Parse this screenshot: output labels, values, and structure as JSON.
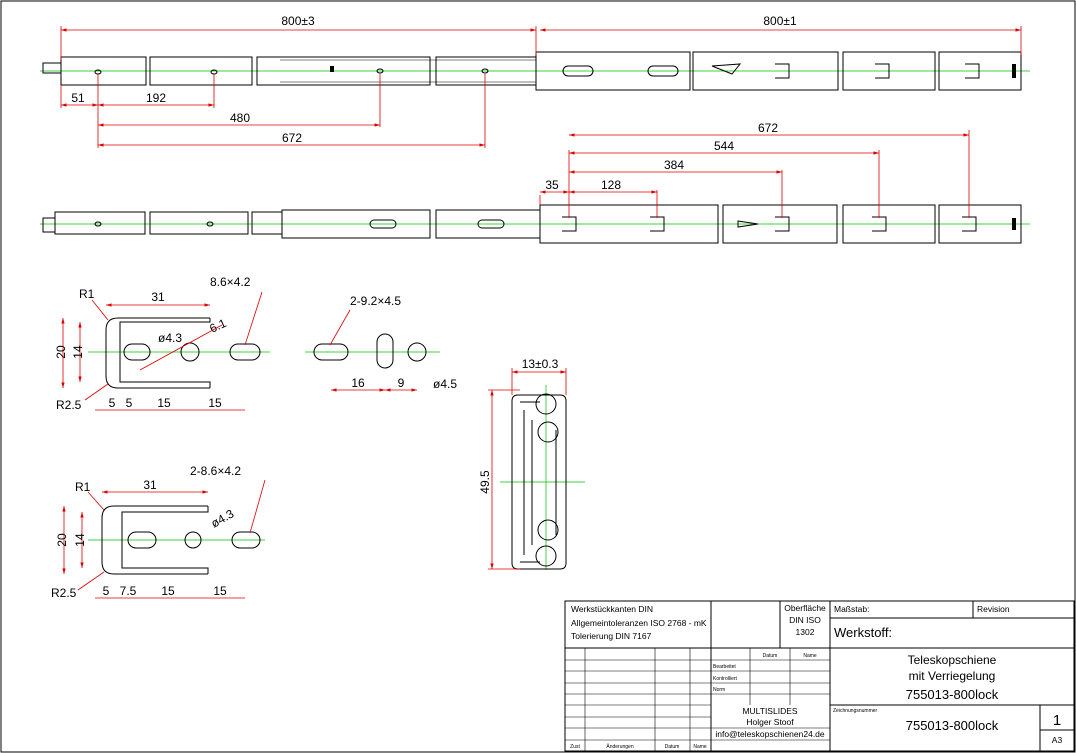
{
  "dimensions": {
    "top_overall_left": "800±3",
    "top_overall_right": "800±1",
    "top_51": "51",
    "top_192": "192",
    "top_480": "480",
    "top_672": "672",
    "mid_672": "672",
    "mid_544": "544",
    "mid_384": "384",
    "mid_35": "35",
    "mid_128": "128"
  },
  "details": {
    "d1": {
      "slot": "8.6×4.2",
      "r": "R1",
      "w31": "31",
      "h20": "20",
      "h14": "14",
      "hole": "ø4.3",
      "d61": "6.1",
      "r25": "R2.5",
      "a": "5",
      "b": "5",
      "c": "15",
      "d": "15"
    },
    "d2": {
      "slot": "2-9.2×4.5",
      "a": "16",
      "b": "9",
      "hole": "ø4.5"
    },
    "d3": {
      "slot": "2-8.6×4.2",
      "r": "R1",
      "w31": "31",
      "h20": "20",
      "h14": "14",
      "hole": "ø4.3",
      "r25": "R2.5",
      "a": "5",
      "b": "7.5",
      "c": "15",
      "d": "15"
    },
    "profile": {
      "width": "13±0.3",
      "height": "49.5"
    }
  },
  "titleblock": {
    "notes": [
      "Werkstückkanten DIN",
      "Allgemeintoleranzen ISO 2768 - mK",
      "Tolerierung DIN 7167"
    ],
    "surface": [
      "Oberfläche",
      "DIN ISO",
      "1302"
    ],
    "scale_label": "Maßstab:",
    "revision_label": "Revision",
    "material_label": "Werkstoff:",
    "col_datum": "Datum",
    "col_name": "Name",
    "row_labels": [
      "Bearbeitet",
      "Kontrolliert",
      "Norm"
    ],
    "title": [
      "Teleskopschiene",
      "mit Verriegelung",
      "755013-800lock"
    ],
    "company": [
      "MULTISLIDES",
      "Holger Stoof",
      "info@teleskopschienen24.de"
    ],
    "drawing_number_label": "Zeichnungsnummer",
    "drawing_number": "755013-800lock",
    "sheet": "1",
    "format": "A3",
    "footer": [
      "Zust",
      "Änderungen",
      "Datum",
      "Name"
    ]
  }
}
